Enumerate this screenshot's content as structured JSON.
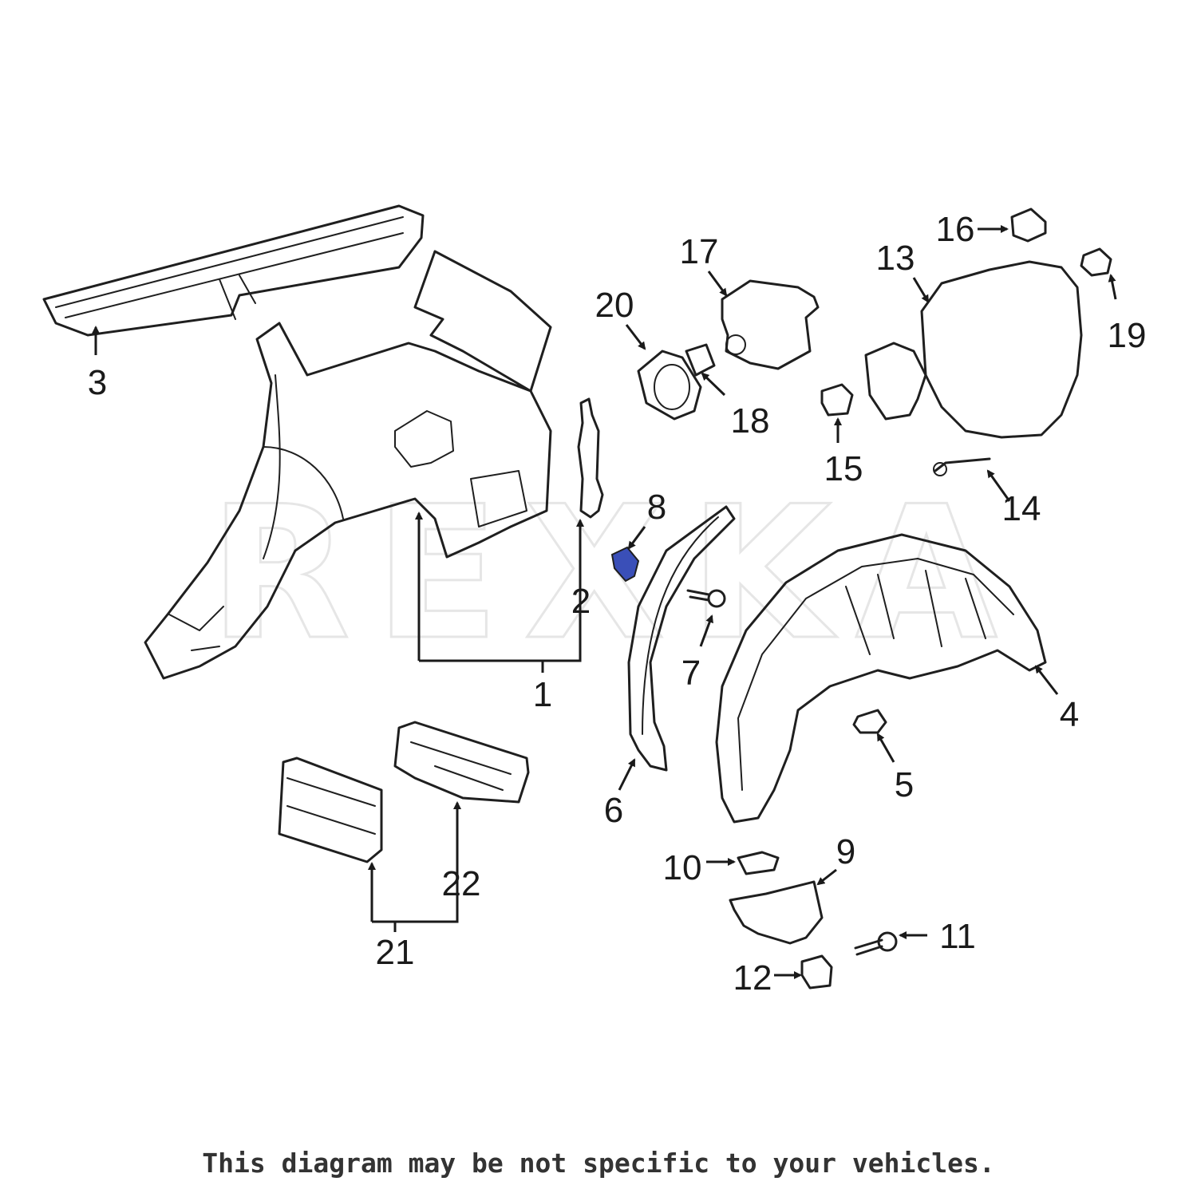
{
  "watermark": "REXKA",
  "disclaimer": "This diagram may be not specific to your vehicles.",
  "highlight_color": "#3a4fb8",
  "callouts": {
    "c1": "1",
    "c2": "2",
    "c3": "3",
    "c4": "4",
    "c5": "5",
    "c6": "6",
    "c7": "7",
    "c8": "8",
    "c9": "9",
    "c10": "10",
    "c11": "11",
    "c12": "12",
    "c13": "13",
    "c14": "14",
    "c15": "15",
    "c16": "16",
    "c17": "17",
    "c18": "18",
    "c19": "19",
    "c20": "20",
    "c21": "21",
    "c22": "22"
  }
}
